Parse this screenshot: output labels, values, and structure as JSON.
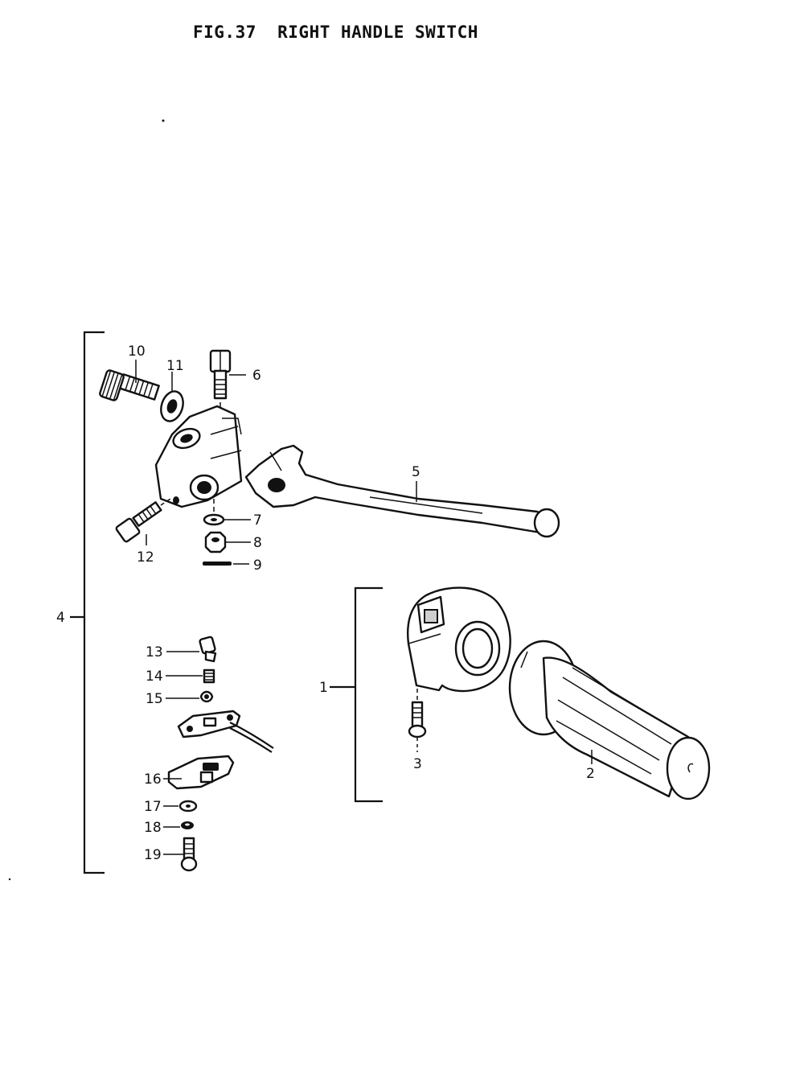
{
  "title": "FIG.37  RIGHT HANDLE SWITCH",
  "callouts": {
    "c1": "1",
    "c2": "2",
    "c3": "3",
    "c4": "4",
    "c5": "5",
    "c6": "6",
    "c7": "7",
    "c8": "8",
    "c9": "9",
    "c10": "10",
    "c11": "11",
    "c12": "12",
    "c13": "13",
    "c14": "14",
    "c15": "15",
    "c16": "16",
    "c17": "17",
    "c18": "18",
    "c19": "19"
  }
}
